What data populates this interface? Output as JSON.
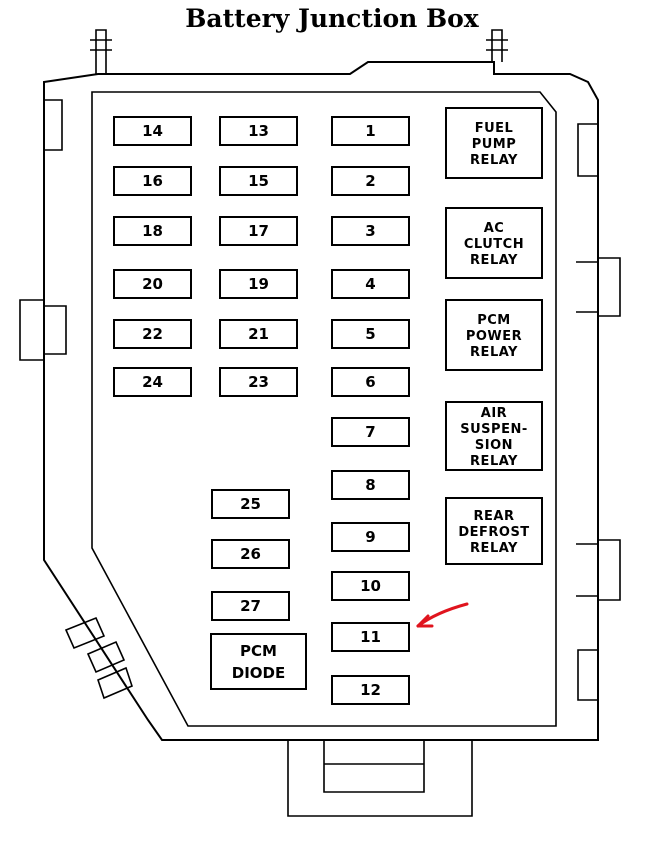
{
  "title": "Battery Junction Box",
  "fuses": [
    "14",
    "13",
    "1",
    "16",
    "15",
    "2",
    "18",
    "17",
    "3",
    "20",
    "19",
    "4",
    "22",
    "21",
    "5",
    "24",
    "23",
    "6",
    "7",
    "8",
    "9",
    "10",
    "11",
    "12",
    "25",
    "26",
    "27"
  ],
  "relays": {
    "fuel_pump": [
      "FUEL",
      "PUMP",
      "RELAY"
    ],
    "ac_clutch": [
      "AC",
      "CLUTCH",
      "RELAY"
    ],
    "pcm_power": [
      "PCM",
      "POWER",
      "RELAY"
    ],
    "air_suspension": [
      "AIR",
      "SUSPEN-",
      "SION",
      "RELAY"
    ],
    "rear_defrost": [
      "REAR",
      "DEFROST",
      "RELAY"
    ]
  },
  "pcm_diode": [
    "PCM",
    "DIODE"
  ],
  "annotation": {
    "target_fuse": "11",
    "arrow_color": "#e0141e"
  }
}
